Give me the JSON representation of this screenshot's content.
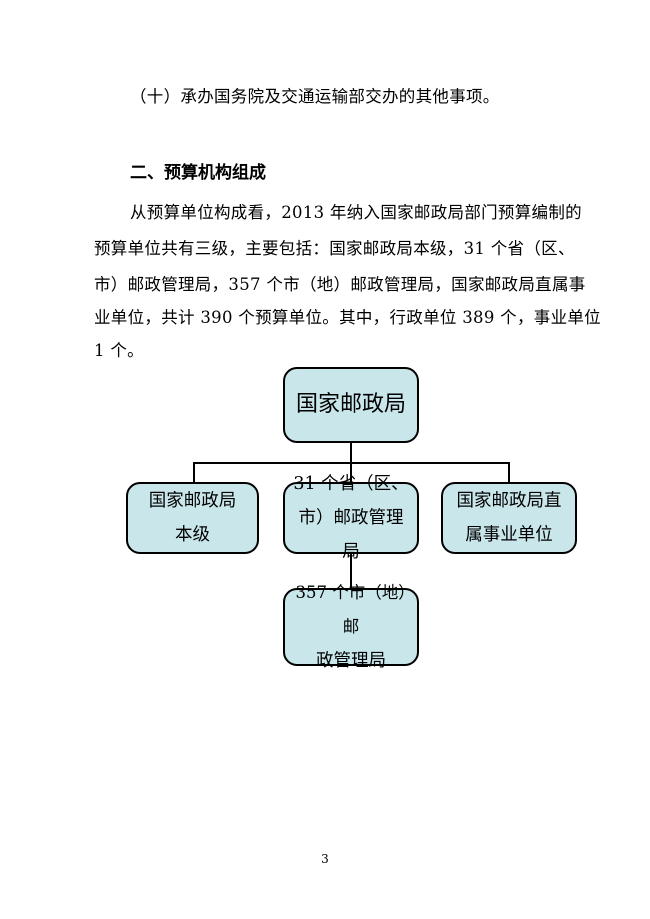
{
  "paragraph_top": "（十）承办国务院及交通运输部交办的其他事项。",
  "section_heading": "二、预算机构组成",
  "body_lines": [
    "从预算单位构成看，2013 年纳入国家邮政局部门预算编制的",
    "预算单位共有三级，主要包括：国家邮政局本级，31 个省（区、",
    "市）邮政管理局，357 个市（地）邮政管理局，国家邮政局直属事",
    "业单位，共计 390 个预算单位。其中，行政单位 389 个，事业单位",
    "1 个。"
  ],
  "org_chart": {
    "root": "国家邮政局",
    "level1": [
      {
        "line1": "国家邮政局",
        "line2": "本级"
      },
      {
        "line1": "31 个省（区、",
        "line2": "市）邮政管理局"
      },
      {
        "line1": "国家邮政局直",
        "line2": "属事业单位"
      }
    ],
    "level2": {
      "line1": "357 个市（地）邮",
      "line2": "政管理局"
    }
  },
  "page_number": "3",
  "colors": {
    "box_fill": "#c9e6ea",
    "border": "#000000"
  }
}
